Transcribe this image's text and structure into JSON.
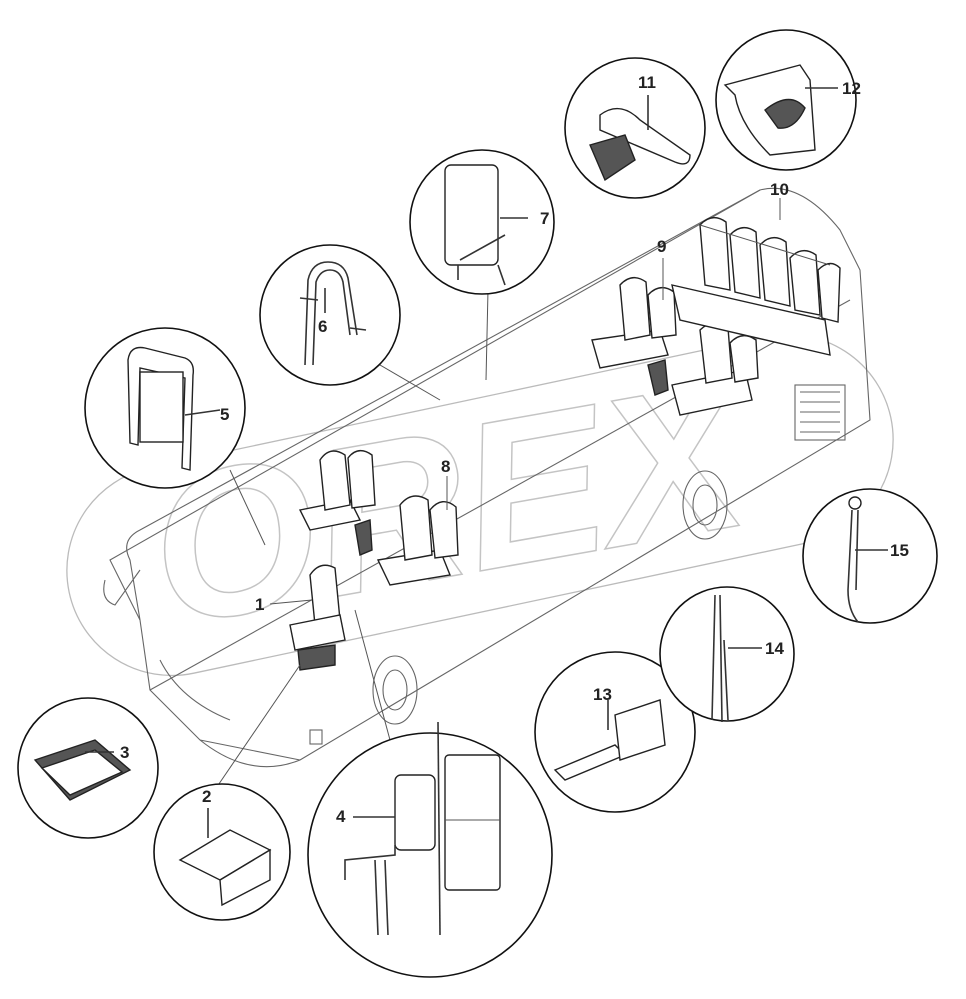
{
  "watermark": {
    "text": "OREX"
  },
  "callouts": [
    {
      "id": "1",
      "label": "1"
    },
    {
      "id": "2",
      "label": "2"
    },
    {
      "id": "3",
      "label": "3"
    },
    {
      "id": "4",
      "label": "4"
    },
    {
      "id": "5",
      "label": "5"
    },
    {
      "id": "6",
      "label": "6"
    },
    {
      "id": "7",
      "label": "7"
    },
    {
      "id": "8",
      "label": "8"
    },
    {
      "id": "9",
      "label": "9"
    },
    {
      "id": "10",
      "label": "10"
    },
    {
      "id": "11",
      "label": "11"
    },
    {
      "id": "12",
      "label": "12"
    },
    {
      "id": "13",
      "label": "13"
    },
    {
      "id": "14",
      "label": "14"
    },
    {
      "id": "15",
      "label": "15"
    }
  ]
}
